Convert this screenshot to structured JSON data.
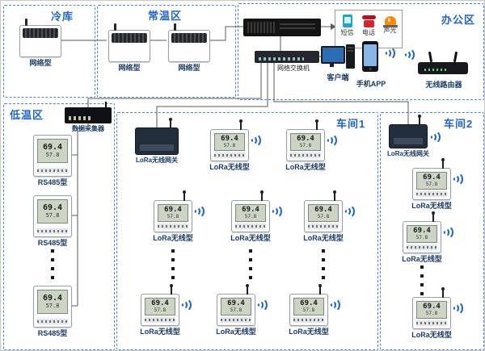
{
  "regions": {
    "cold": "冷库",
    "normal": "常温区",
    "office": "办公区",
    "low": "低温区",
    "ws1": "车间1",
    "ws2": "车间2"
  },
  "labels": {
    "network": "网络型",
    "rs485": "RS485型",
    "lora_node": "LoRa无线型",
    "lora_gateway": "LoRa无线网关",
    "collector": "数据采集器",
    "switch": "网络交换机",
    "client": "客户端",
    "app": "手机APP",
    "router": "无线路由器",
    "sms": "短信",
    "phone": "电话",
    "sound_light": "声光"
  },
  "lcd": {
    "line1": "69.4",
    "line2": "57.8"
  },
  "colors": {
    "region_border": "#4d85d1",
    "region_label": "#2166c4",
    "wifi": "#1668cc"
  }
}
